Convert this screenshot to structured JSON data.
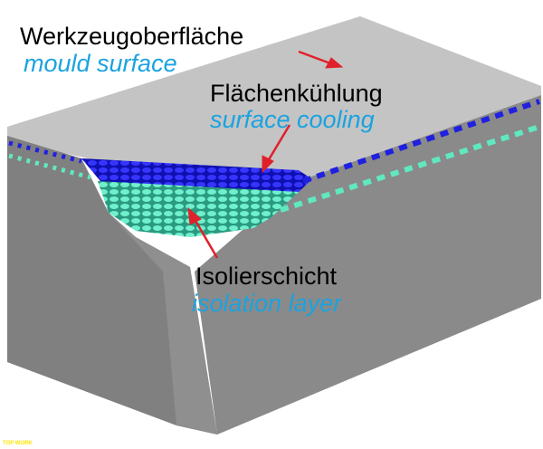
{
  "labels": {
    "mould_de": "Werkzeugoberfläche",
    "mould_en": "mould surface",
    "cooling_de": "Flächenkühlung",
    "cooling_en": "surface cooling",
    "isolation_de": "Isolierschicht",
    "isolation_en": "isolation layer"
  },
  "watermark": "TOP WORK",
  "colors": {
    "top_face": "#c4c4c4",
    "side_face": "#858585",
    "cooling_layer": "#1a1ae0",
    "isolation_layer": "#5de8c0",
    "arrow": "#e0202a",
    "english_text": "#1aa3e0"
  }
}
